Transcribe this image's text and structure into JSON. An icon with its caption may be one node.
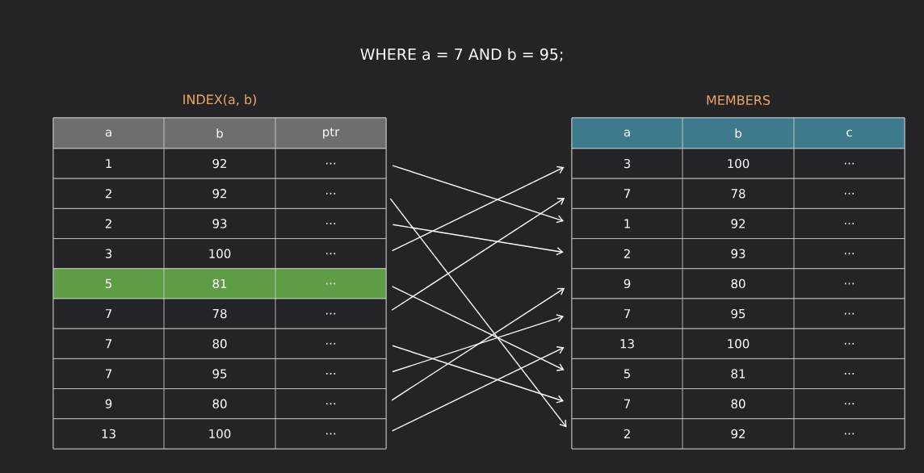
{
  "diagram": {
    "title": "WHERE a = 7 AND b = 95;",
    "nodes": [
      {
        "text": [
          "INDEX(a, b)"
        ]
      },
      {
        "text": [
          "a",
          "b",
          "ptr"
        ],
        "in": 0
      },
      {
        "text": [
          "1",
          "92",
          "..."
        ],
        "in": 0
      },
      {
        "text": [
          "2",
          "92",
          "..."
        ],
        "in": 0
      },
      {
        "text": [
          "2",
          "93",
          "..."
        ],
        "in": 0
      },
      {
        "text": [
          "3",
          "100",
          "..."
        ],
        "in": 0
      },
      {
        "text": [
          "5",
          "81",
          "..."
        ],
        "in": 0
      },
      {
        "text": [
          "7",
          "78",
          "..."
        ],
        "in": 0
      },
      {
        "text": [
          "7",
          "80",
          "..."
        ],
        "in": 0
      },
      {
        "text": [
          "7",
          "95",
          "..."
        ],
        "in": 0
      },
      {
        "text": [
          "9",
          "80",
          "..."
        ],
        "in": 0
      },
      {
        "text": [
          "13",
          "100",
          "..."
        ],
        "in": 0
      },
      {
        "text": [
          "MEMBERS"
        ]
      },
      {
        "text": [
          "a",
          "b",
          "c"
        ],
        "in": 12
      },
      {
        "text": [
          "3",
          "100",
          "..."
        ],
        "in": 12
      },
      {
        "text": [
          "7",
          "78",
          "..."
        ],
        "in": 12
      },
      {
        "text": [
          "1",
          "92",
          "..."
        ],
        "in": 12
      },
      {
        "text": [
          "2",
          "93",
          "..."
        ],
        "in": 12
      },
      {
        "text": [
          "9",
          "80",
          "..."
        ],
        "in": 12
      },
      {
        "text": [
          "7",
          "95",
          "..."
        ],
        "in": 12
      },
      {
        "text": [
          "13",
          "100",
          "..."
        ],
        "in": 12
      },
      {
        "text": [
          "5",
          "81",
          "..."
        ],
        "in": 12
      },
      {
        "text": [
          "7",
          "80",
          "..."
        ],
        "in": 12
      },
      {
        "text": [
          "2",
          "92",
          "..."
        ],
        "in": 12
      }
    ],
    "edges": [
      {
        "from": 2,
        "to": 16,
        "arrow": "to"
      },
      {
        "from": 3,
        "to": 23,
        "arrow": "to"
      },
      {
        "from": 4,
        "to": 17,
        "arrow": "to"
      },
      {
        "from": 5,
        "to": 14,
        "arrow": "to"
      },
      {
        "from": 6,
        "to": 21,
        "arrow": "to"
      },
      {
        "from": 7,
        "to": 15,
        "arrow": "to"
      },
      {
        "from": 8,
        "to": 22,
        "arrow": "to"
      },
      {
        "from": 9,
        "to": 19,
        "arrow": "to"
      },
      {
        "from": 10,
        "to": 18,
        "arrow": "to"
      },
      {
        "from": 11,
        "to": 20,
        "arrow": "to"
      }
    ]
  }
}
